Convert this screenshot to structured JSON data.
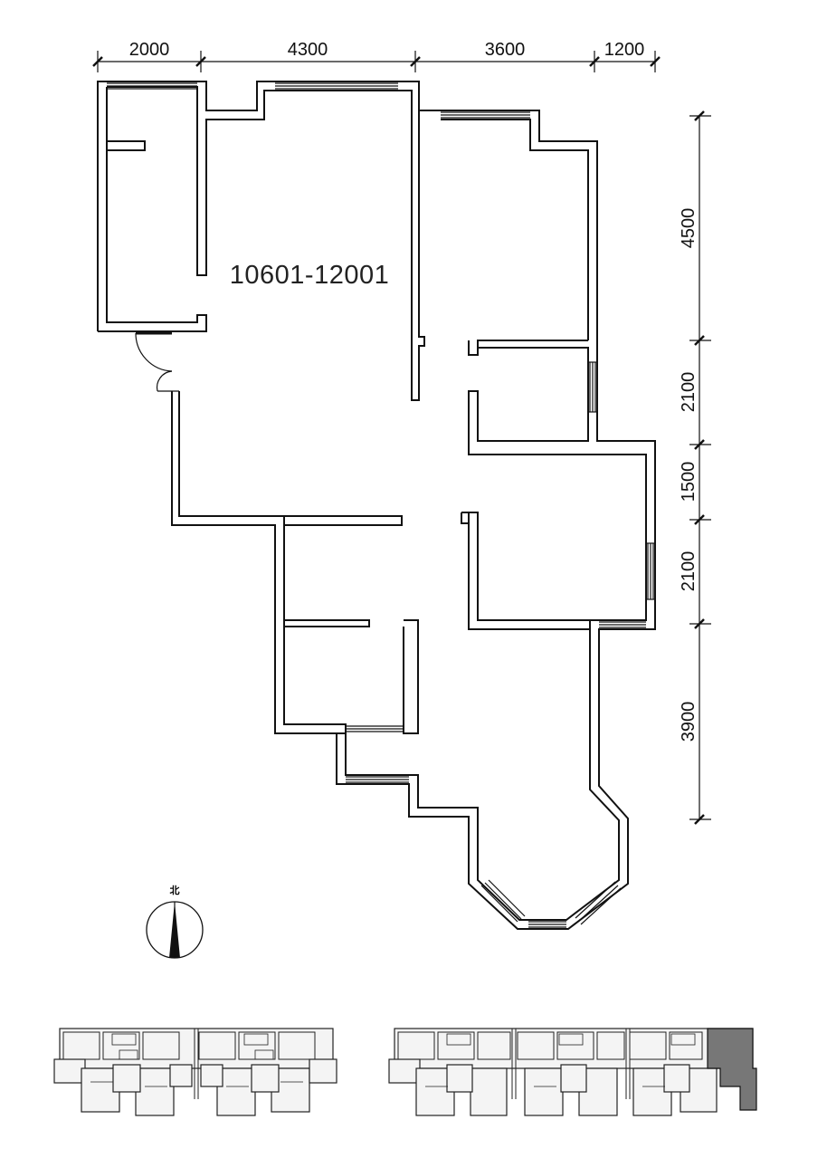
{
  "plan": {
    "unit_label": "10601-12001",
    "north_label": "北",
    "top_dimensions": [
      "2000",
      "4300",
      "3600",
      "1200"
    ],
    "right_dimensions": [
      "4500",
      "2100",
      "1500",
      "2100",
      "3900"
    ]
  }
}
